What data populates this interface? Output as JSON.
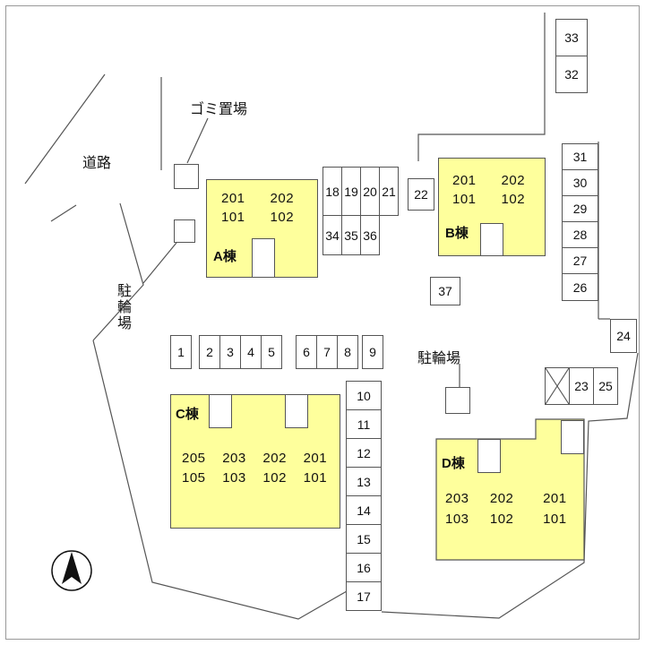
{
  "palette": {
    "building_fill": "#FEFF9C",
    "line_color": "#555555",
    "text_color": "#111111"
  },
  "labels": {
    "road": "道路",
    "garbage": "ゴミ置場",
    "bicycle_left": "駐輪場",
    "bicycle_right": "駐輪場"
  },
  "icons": {
    "compass": "north-arrow-icon",
    "blocked_stall": "crossed-box-icon"
  },
  "buildings": {
    "a": {
      "name": "A棟",
      "rows": [
        "201      202",
        "101      102"
      ]
    },
    "b": {
      "name": "B棟",
      "rows": [
        "201      202",
        "101      102"
      ]
    },
    "c": {
      "name": "C棟",
      "rows": [
        "205    203    202    201",
        "105    103    102    101"
      ]
    },
    "d": {
      "name": "D棟",
      "rows": [
        "203     202       201",
        "103     102       101"
      ]
    }
  },
  "stalls": {
    "s1": "1",
    "s2": "2",
    "s3": "3",
    "s4": "4",
    "s5": "5",
    "s6": "6",
    "s7": "7",
    "s8": "8",
    "s9": "9",
    "s10": "10",
    "s11": "11",
    "s12": "12",
    "s13": "13",
    "s14": "14",
    "s15": "15",
    "s16": "16",
    "s17": "17",
    "s18": "18",
    "s19": "19",
    "s20": "20",
    "s21": "21",
    "s22": "22",
    "s23": "23",
    "s24": "24",
    "s25": "25",
    "s26": "26",
    "s27": "27",
    "s28": "28",
    "s29": "29",
    "s30": "30",
    "s31": "31",
    "s32": "32",
    "s33": "33",
    "s34": "34",
    "s35": "35",
    "s36": "36",
    "s37": "37"
  }
}
